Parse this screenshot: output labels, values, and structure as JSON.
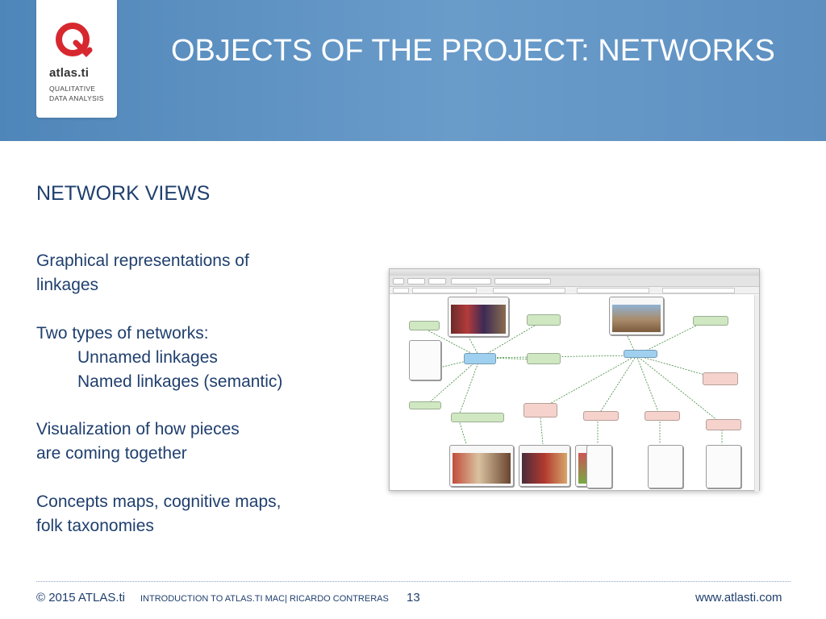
{
  "header": {
    "title": "OBJECTS OF THE PROJECT: NETWORKS",
    "logo": {
      "name": "atlas.ti",
      "tagline_line1": "QUALITATIVE",
      "tagline_line2": "DATA ANALYSIS"
    }
  },
  "section_heading": "NETWORK VIEWS",
  "bullets": [
    {
      "line1": "Graphical representations of",
      "line2": "linkages"
    },
    {
      "line1": "Two types of networks:",
      "sub1": "Unnamed linkages",
      "sub2": "Named linkages (semantic)"
    },
    {
      "line1": "Visualization of how pieces",
      "line2": "are coming together"
    },
    {
      "line1": "Concepts maps, cognitive maps,",
      "line2": "folk taxonomies"
    }
  ],
  "footer": {
    "copyright": "© 2015 ATLAS.ti",
    "course": "INTRODUCTION TO ATLAS.TI MAC| RICARDO CONTRERAS",
    "page_number": "13",
    "website": "www.atlasti.com"
  },
  "colors": {
    "header_bg": "#5d90c1",
    "text": "#1f3f6e",
    "node_green": "#cfe8c2",
    "node_blue": "#9fd0f0",
    "node_red": "#f5d3cc"
  }
}
